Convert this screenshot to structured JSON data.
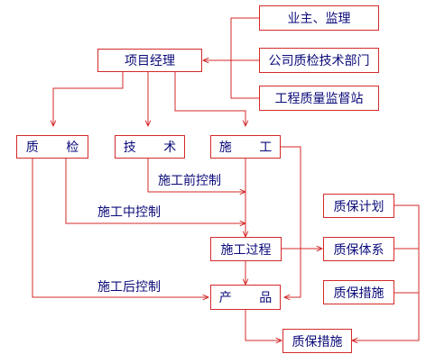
{
  "nodes": {
    "owner": "业主、监理",
    "company": "公司质检技术部门",
    "station": "工程质量监督站",
    "pm": "项目经理",
    "qc": "质 检",
    "tech": "技 术",
    "construct": "施 工",
    "process": "施工过程",
    "product": "产 品",
    "qa_plan": "质保计划",
    "qa_system": "质保体系",
    "qa_measure": "质保措施",
    "qa_measure_bottom": "质保措施"
  },
  "labels": {
    "pre_control": "施工前控制",
    "mid_control": "施工中控制",
    "post_control": "施工后控制"
  },
  "colors": {
    "line": "#d42a2a",
    "text": "#0b0b7a"
  }
}
